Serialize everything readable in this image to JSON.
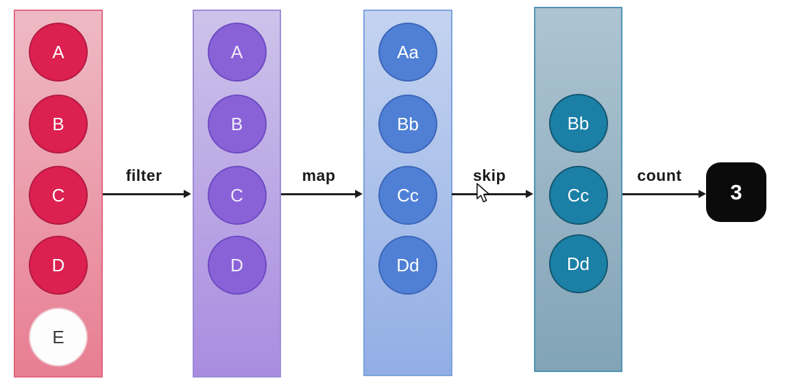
{
  "stages": [
    {
      "name": "source",
      "panel_colors": {
        "top": "#eebac4",
        "bottom": "#e87e92",
        "border": "#e0687f"
      },
      "circle_colors": {
        "fill": "#dc2050",
        "border": "#b21a42",
        "text": "#ffffff"
      },
      "items": [
        {
          "label": "A"
        },
        {
          "label": "B"
        },
        {
          "label": "C"
        },
        {
          "label": "D"
        },
        {
          "label": "E",
          "fill": "#fdfdfd",
          "text": "#3a3a3a"
        }
      ]
    },
    {
      "name": "after-filter",
      "panel_colors": {
        "top": "#cdc3ea",
        "bottom": "#a98ce0",
        "border": "#9d8bd8"
      },
      "circle_colors": {
        "fill": "#8a62d8",
        "border": "#6c4ac2",
        "text": "#f0ecfa"
      },
      "items": [
        {
          "label": "A"
        },
        {
          "label": "B"
        },
        {
          "label": "C"
        },
        {
          "label": "D"
        }
      ]
    },
    {
      "name": "after-map",
      "panel_colors": {
        "top": "#c4d3f0",
        "bottom": "#92aee5",
        "border": "#7ba2dc"
      },
      "circle_colors": {
        "fill": "#4f80d5",
        "border": "#3b66b8",
        "text": "#ffffff"
      },
      "items": [
        {
          "label": "Aa"
        },
        {
          "label": "Bb"
        },
        {
          "label": "Cc"
        },
        {
          "label": "Dd"
        }
      ]
    },
    {
      "name": "after-skip",
      "panel_colors": {
        "top": "#aec4d3",
        "bottom": "#81a4b6",
        "border": "#4d93b5"
      },
      "circle_colors": {
        "fill": "#1b7fa6",
        "border": "#14566f",
        "text": "#ffffff"
      },
      "items": [
        {
          "label": "Bb"
        },
        {
          "label": "Cc"
        },
        {
          "label": "Dd"
        }
      ]
    }
  ],
  "operators": [
    {
      "label": "filter"
    },
    {
      "label": "map"
    },
    {
      "label": "skip"
    },
    {
      "label": "count"
    }
  ],
  "result": {
    "value": "3",
    "box_color": "#0b0b0b",
    "text_color": "#ffffff"
  },
  "arrow_color": "#1c1c1c",
  "label_color": "#1a1a1a",
  "background": "#ffffff",
  "icons": {
    "cursor": "mouse-pointer"
  }
}
